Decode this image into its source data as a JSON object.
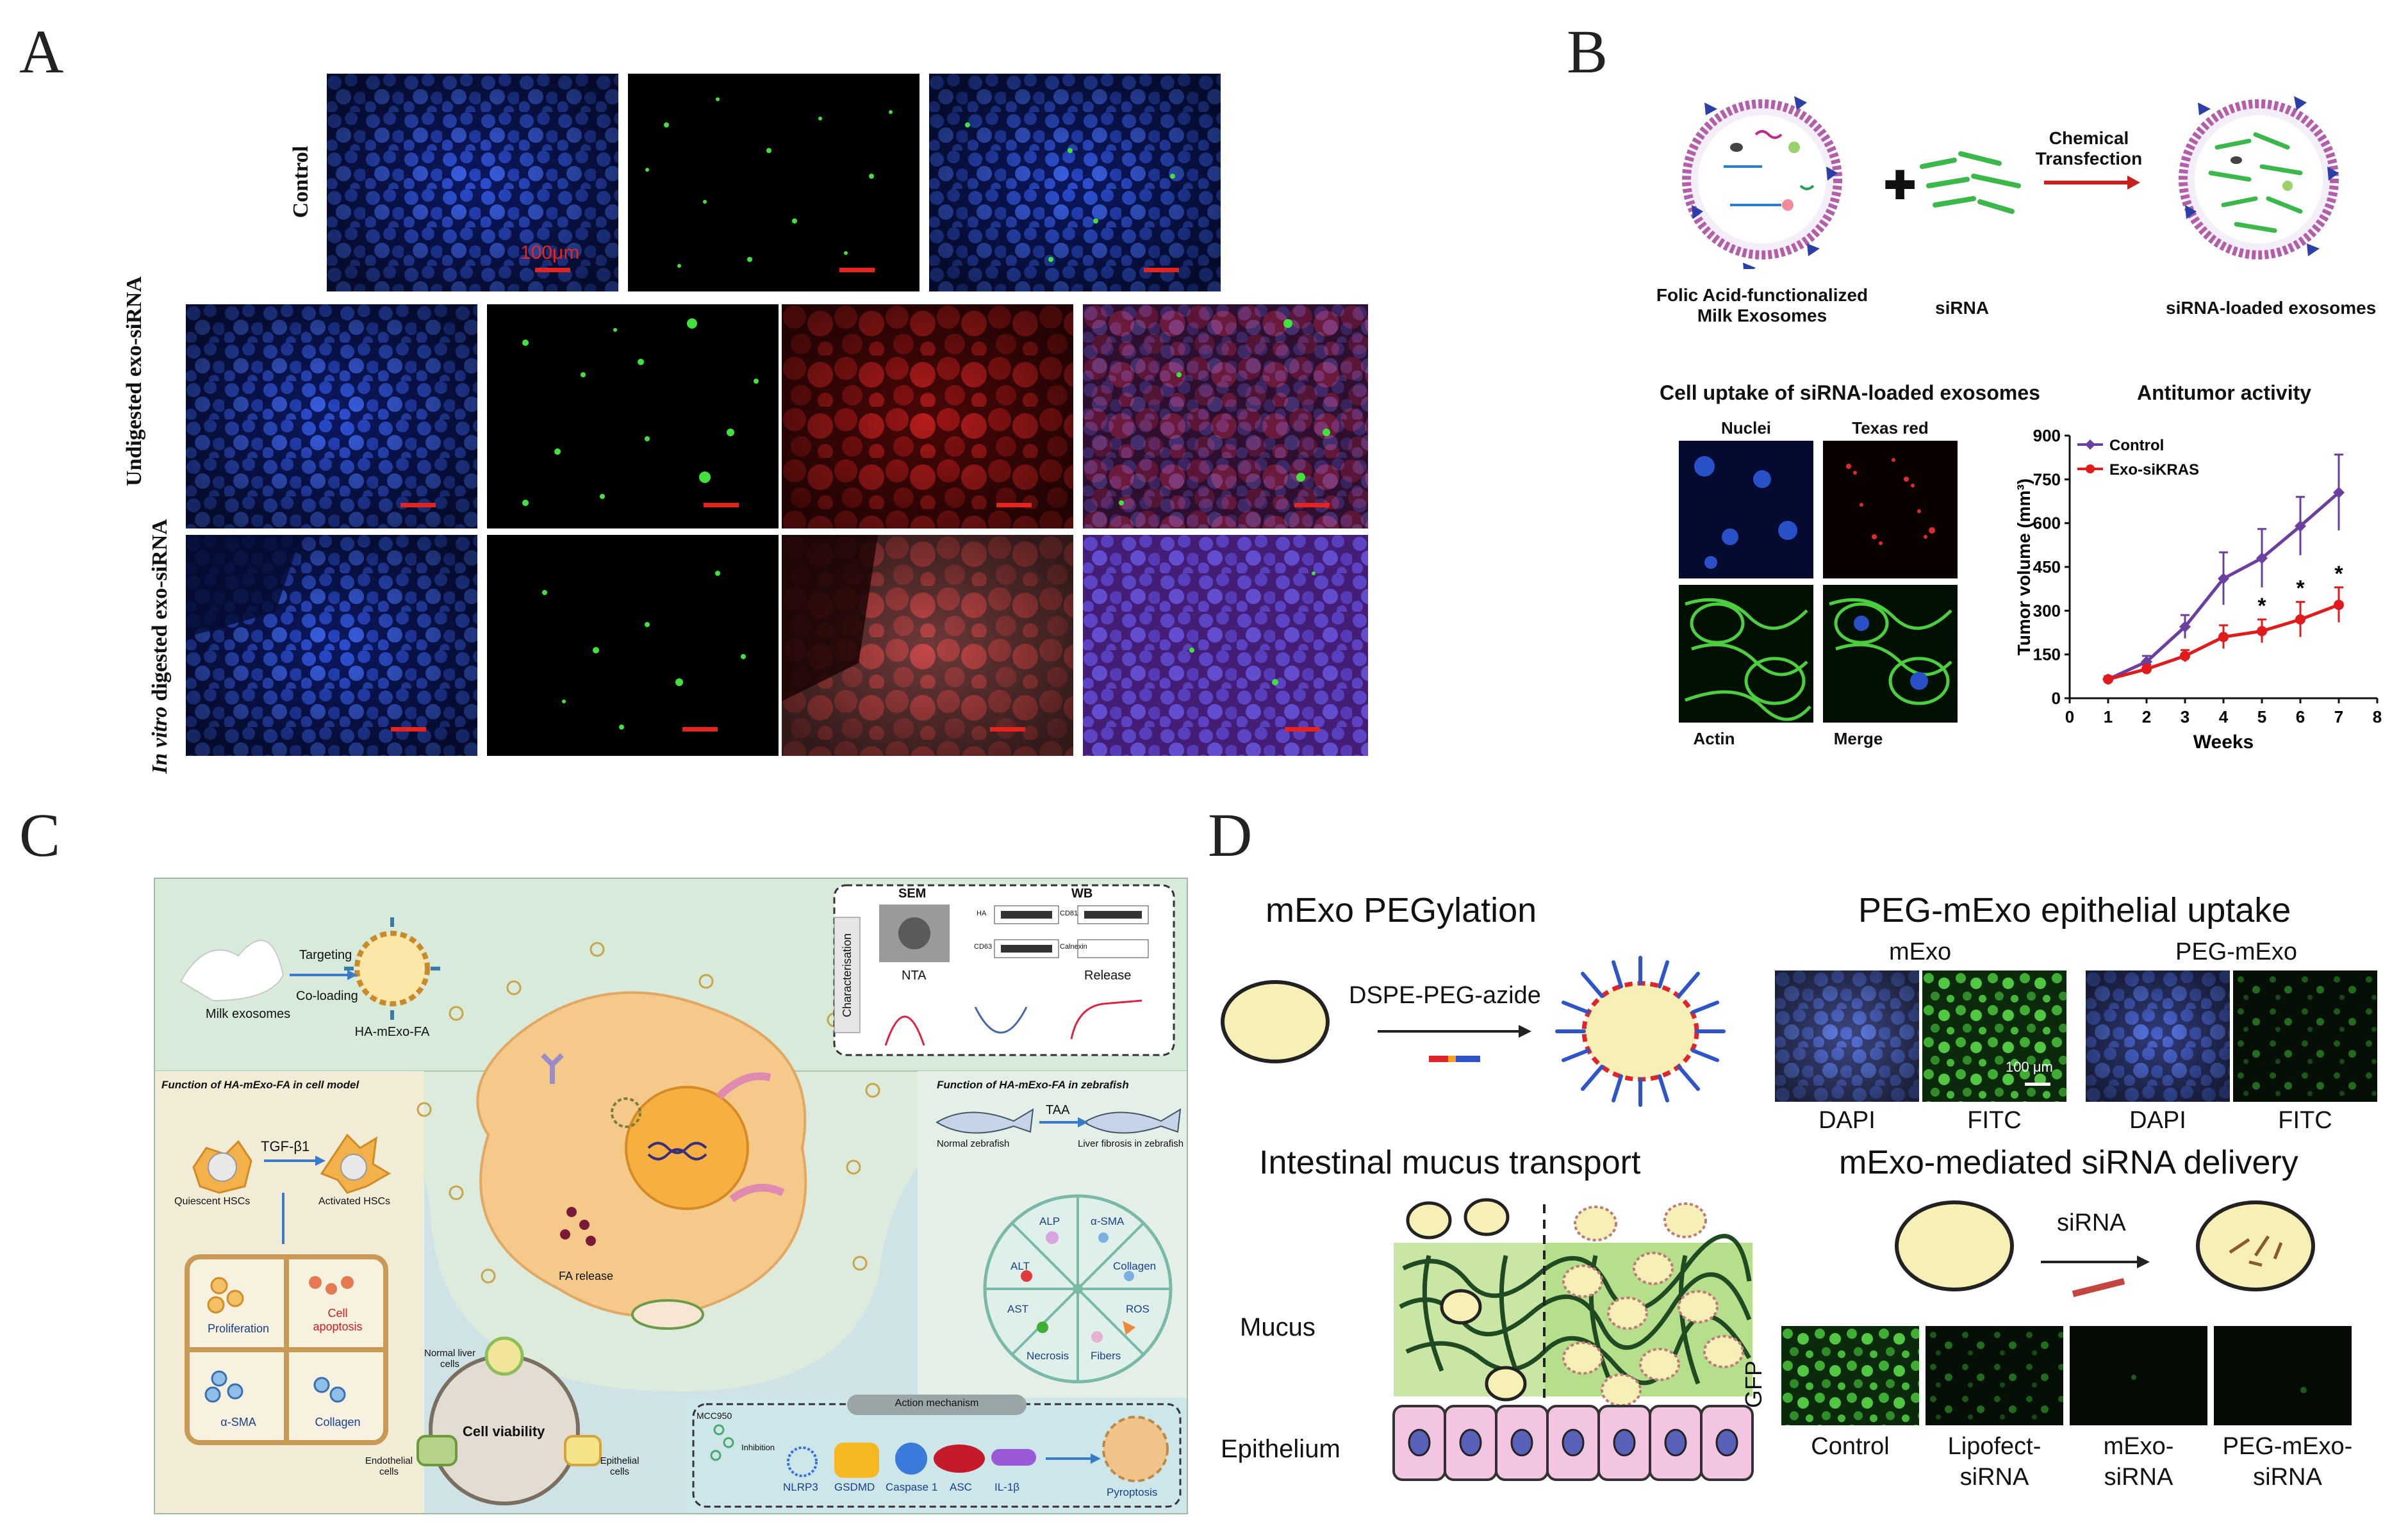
{
  "panels": {
    "a": "A",
    "b": "B",
    "c": "C",
    "d": "D"
  },
  "panel_a": {
    "rows": [
      "Control",
      "Undigested exo-siRNA",
      "digested exo-siRNA"
    ],
    "row3_italic": "In vitro",
    "scale_label": "100μm"
  },
  "panel_b": {
    "chemical_transfection": "Chemical\nTransfection",
    "milk_exo_label": "Folic Acid-functionalized\nMilk Exosomes",
    "sirna_label": "siRNA",
    "loaded_label": "siRNA-loaded exosomes",
    "uptake_title": "Cell uptake of siRNA-loaded exosomes",
    "nuclei": "Nuclei",
    "texas_red": "Texas red",
    "actin": "Actin",
    "merge": "Merge",
    "antitumor_title": "Antitumor activity"
  },
  "chart_data": {
    "type": "line",
    "title": "Antitumor activity",
    "xlabel": "Weeks",
    "ylabel": "Tumor volume (mm³)",
    "xlim": [
      0,
      8
    ],
    "ylim": [
      0,
      900
    ],
    "xticks": [
      "0",
      "1",
      "2",
      "3",
      "4",
      "5",
      "6",
      "7",
      "8"
    ],
    "yticks": [
      "0",
      "150",
      "300",
      "450",
      "600",
      "750",
      "900"
    ],
    "legend_position": "top-left",
    "series": [
      {
        "name": "Control",
        "color": "#6a3fa0",
        "marker": "diamond",
        "x": [
          1,
          2,
          3,
          4,
          5,
          6,
          7
        ],
        "y": [
          65,
          125,
          245,
          410,
          480,
          590,
          705
        ],
        "err": [
          10,
          20,
          40,
          90,
          100,
          100,
          130
        ]
      },
      {
        "name": "Exo-siKRAS",
        "color": "#e11b1b",
        "marker": "circle",
        "x": [
          1,
          2,
          3,
          4,
          5,
          6,
          7
        ],
        "y": [
          65,
          100,
          145,
          210,
          230,
          270,
          320
        ],
        "err": [
          8,
          15,
          20,
          40,
          40,
          60,
          60
        ]
      }
    ],
    "significance": [
      {
        "x": 5,
        "label": "*"
      },
      {
        "x": 6,
        "label": "*"
      },
      {
        "x": 7,
        "label": "*"
      }
    ]
  },
  "panel_c": {
    "milk_exosomes": "Milk exosomes",
    "targeting": "Targeting",
    "coloading": "Co-loading",
    "ha_mexo_fa": "HA-mExo-FA",
    "sem": "SEM",
    "wb": "WB",
    "nta": "NTA",
    "release": "Release",
    "characterisation": "Characterisation",
    "wb_labels": [
      "HA",
      "CD81",
      "CD63",
      "Calnexin"
    ],
    "func_cell": "Function of HA-mExo-FA in cell model",
    "func_zebrafish": "Function of HA-mExo-FA in zebrafish",
    "tgf": "TGF-β1",
    "quiescent": "Quiescent HSCs",
    "activated": "Activated HSCs",
    "quad": [
      "Proliferation",
      "Cell\napoptosis",
      "α-SMA",
      "Collagen"
    ],
    "fa_release": "FA release",
    "normal_zebrafish": "Normal zebrafish",
    "taa": "TAA",
    "liver_fibrosis": "Liver fibrosis in zebrafish",
    "wheel": [
      "ALP",
      "α-SMA",
      "Collagen",
      "ROS",
      "Fibers",
      "Necrosis",
      "AST",
      "ALT"
    ],
    "cell_viability": "Cell viability",
    "normal_liver": "Normal liver\ncells",
    "endothelial": "Endothelial\ncells",
    "epithelial": "Epithelial\ncells",
    "action_mechanism": "Action mechanism",
    "mcc950": "MCC950",
    "inhibition": "Inhibition",
    "mech_items": [
      "NLRP3",
      "GSDMD",
      "Caspase 1",
      "ASC",
      "IL-1β"
    ],
    "pyroptosis": "Pyroptosis"
  },
  "panel_d": {
    "peg_title": "mExo PEGylation",
    "dspe": "DSPE-PEG-azide",
    "uptake_title": "PEG-mExo epithelial uptake",
    "mexo": "mExo",
    "peg_mexo": "PEG-mExo",
    "dapi": "DAPI",
    "fitc": "FITC",
    "scale": "100 μm",
    "mucus_title": "Intestinal mucus transport",
    "mucus": "Mucus",
    "epithelium": "Epithelium",
    "sirna_title": "mExo-mediated siRNA delivery",
    "sirna": "siRNA",
    "gfp": "GFP",
    "gfp_labels": [
      "Control",
      "Lipofect-\nsiRNA",
      "mExo-\nsiRNA",
      "PEG-mExo-\nsiRNA"
    ]
  },
  "colors": {
    "dapi_blue": "#1f3fb8",
    "fitc_green": "#3fdc3a",
    "texas_red": "#c8201f",
    "scale_red": "#e52420",
    "panel_c_bg": "#d8ead9",
    "panel_c_blue": "#bcd7e6"
  }
}
